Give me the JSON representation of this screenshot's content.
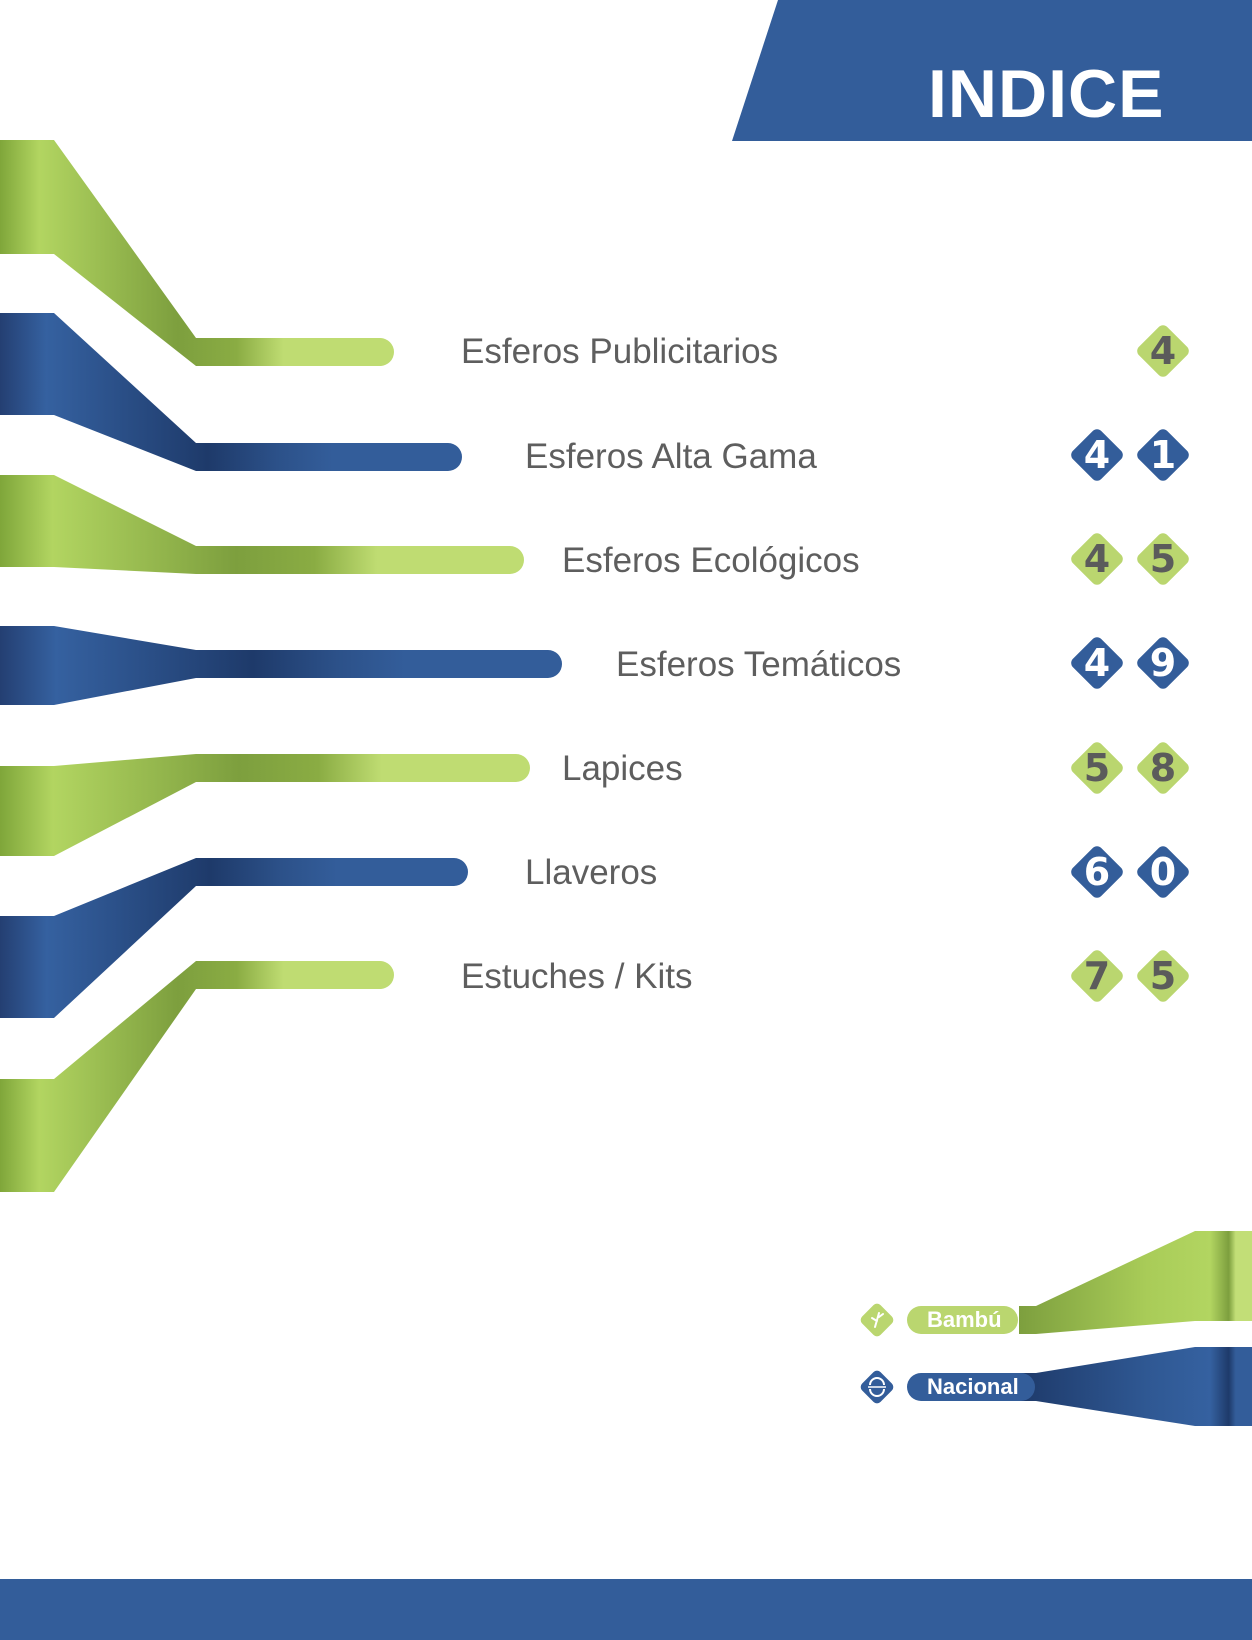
{
  "header": {
    "title": "INDICE"
  },
  "colors": {
    "blue": "#335d9a",
    "green": "#bad66f",
    "text": "#5e5e5e"
  },
  "index": [
    {
      "label": "Esferos Publicitarios",
      "pages": [
        "4"
      ],
      "color": "green"
    },
    {
      "label": "Esferos Alta Gama",
      "pages": [
        "4",
        "1"
      ],
      "color": "blue"
    },
    {
      "label": "Esferos Ecológicos",
      "pages": [
        "4",
        "5"
      ],
      "color": "green"
    },
    {
      "label": "Esferos Temáticos",
      "pages": [
        "4",
        "9"
      ],
      "color": "blue"
    },
    {
      "label": "Lapices",
      "pages": [
        "5",
        "8"
      ],
      "color": "green"
    },
    {
      "label": "Llaveros",
      "pages": [
        "6",
        "0"
      ],
      "color": "blue"
    },
    {
      "label": "Estuches / Kits",
      "pages": [
        "7",
        "5"
      ],
      "color": "green"
    }
  ],
  "legend": [
    {
      "label": "Bambú",
      "icon": "bamboo-icon",
      "color": "green"
    },
    {
      "label": "Nacional",
      "icon": "national-icon",
      "color": "blue"
    }
  ]
}
